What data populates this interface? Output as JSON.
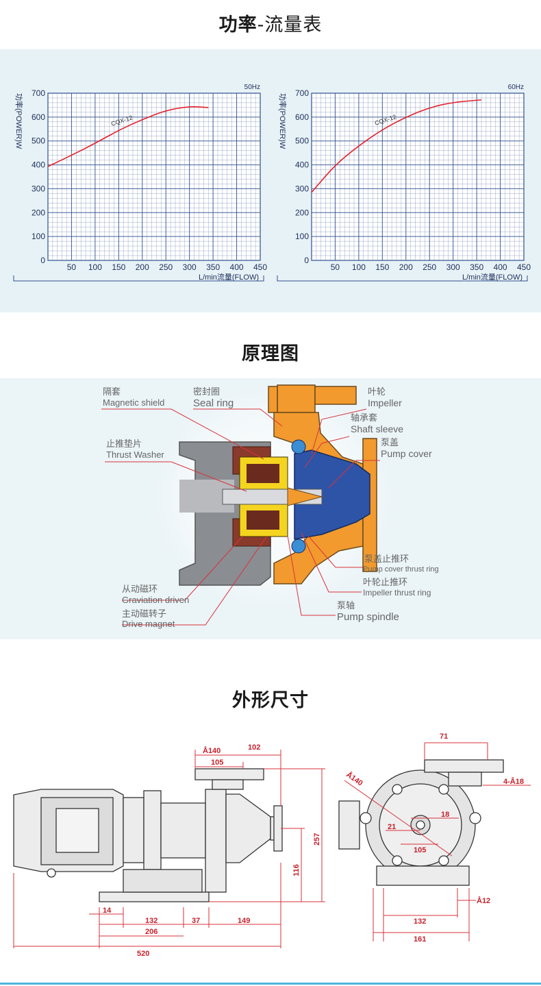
{
  "sections": {
    "power_title_bold": "功率",
    "power_title_rest": "-流量表",
    "principle_title": "原理图",
    "dimension_title": "外形尺寸"
  },
  "chart_data": [
    {
      "type": "line",
      "title": "50Hz",
      "xlabel": "L/min流量(FLOW)",
      "ylabel": "功率(POWER)W",
      "xlim": [
        0,
        450
      ],
      "ylim": [
        0,
        700
      ],
      "xticks": [
        50,
        100,
        150,
        200,
        250,
        300,
        350,
        400,
        450
      ],
      "yticks": [
        0,
        100,
        200,
        300,
        400,
        500,
        600,
        700
      ],
      "grid": true,
      "series": [
        {
          "name": "CQX-12",
          "color": "#e4202b",
          "x": [
            0,
            50,
            100,
            150,
            200,
            250,
            300,
            340
          ],
          "y": [
            393,
            440,
            490,
            545,
            590,
            628,
            645,
            640
          ]
        }
      ]
    },
    {
      "type": "line",
      "title": "60Hz",
      "xlabel": "L/min流量(FLOW)",
      "ylabel": "功率(POWER)W",
      "xlim": [
        0,
        450
      ],
      "ylim": [
        0,
        700
      ],
      "xticks": [
        50,
        100,
        150,
        200,
        250,
        300,
        350,
        400,
        450
      ],
      "yticks": [
        0,
        100,
        200,
        300,
        400,
        500,
        600,
        700
      ],
      "grid": true,
      "series": [
        {
          "name": "CQX-12",
          "color": "#e4202b",
          "x": [
            0,
            50,
            100,
            150,
            200,
            250,
            300,
            360
          ],
          "y": [
            285,
            400,
            480,
            548,
            600,
            640,
            662,
            672
          ]
        }
      ]
    }
  ],
  "labels": {
    "magnetic_shield_cn": "隔套",
    "magnetic_shield_en": "Magnetic shield",
    "seal_ring_cn": "密封圈",
    "seal_ring_en": "Seal ring",
    "impeller_cn": "叶轮",
    "impeller_en": "Impeller",
    "shaft_sleeve_cn": "轴承套",
    "shaft_sleeve_en": "Shaft sleeve",
    "thrust_washer_cn": "止推垫片",
    "thrust_washer_en": "Thrust Washer",
    "pump_cover_cn": "泵盖",
    "pump_cover_en": "Pump cover",
    "pump_cover_thrust_cn": "泵盖止推环",
    "pump_cover_thrust_en": "Pump cover thrust ring",
    "impeller_thrust_cn": "叶轮止推环",
    "impeller_thrust_en": "Impeller thrust ring",
    "pump_spindle_cn": "泵轴",
    "pump_spindle_en": "Pump spindle",
    "graviation_cn": "从动磁环",
    "graviation_en": "Graviation driven",
    "drive_magnet_cn": "主动磁转子",
    "drive_magnet_en": "Drive magnet"
  },
  "dimensions": {
    "side": {
      "d140": "Å140",
      "d102": "102",
      "d105": "105",
      "d257": "257",
      "d116": "116",
      "d14": "14",
      "d132": "132",
      "d37": "37",
      "d149": "149",
      "d206": "206",
      "d520": "520"
    },
    "front": {
      "d71": "71",
      "d140": "Å140",
      "d4a18": "4-Å18",
      "d18": "18",
      "d21": "21",
      "d105": "105",
      "d132": "132",
      "d161": "161",
      "d12": "Å12"
    }
  },
  "colors": {
    "accent": "#e4202b",
    "band": "#e7f2f6",
    "grid": "#2f4f8f",
    "orange": "#f29a2e",
    "blue": "#2e54a8",
    "yellow": "#f5d420"
  }
}
